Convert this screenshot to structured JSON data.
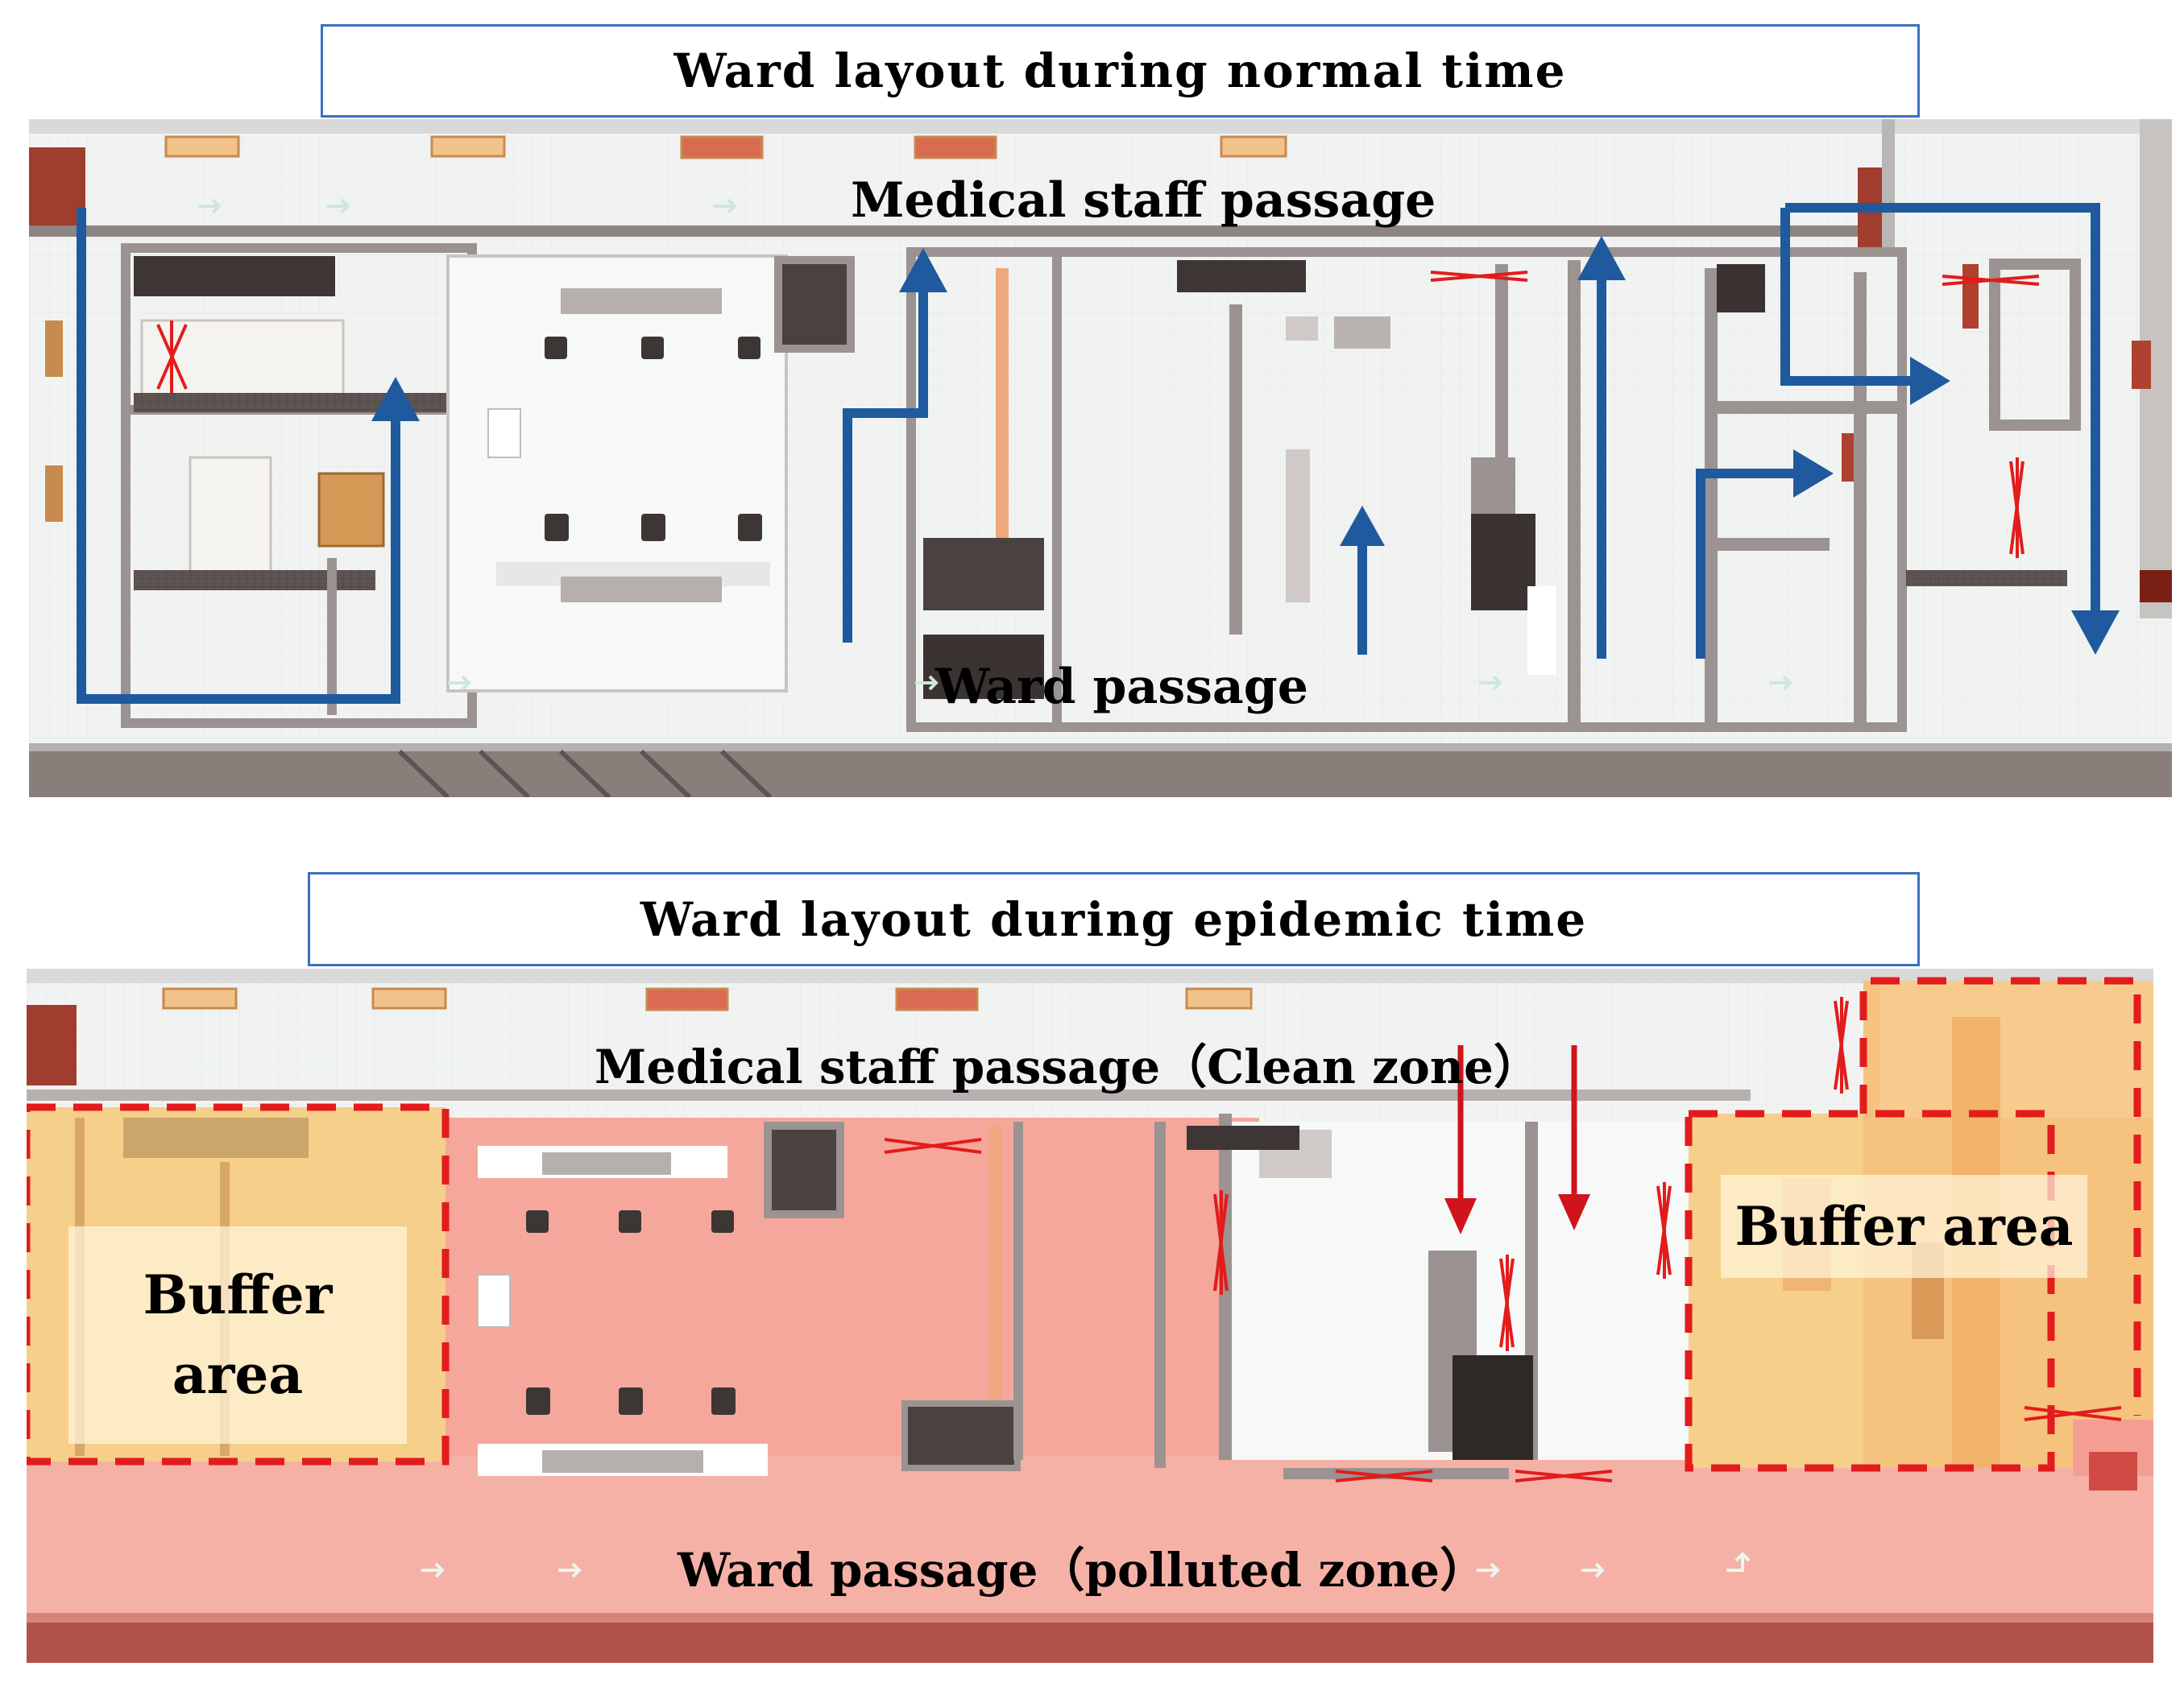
{
  "top": {
    "title": "Ward layout during normal time",
    "upper_passage": "Medical staff passage",
    "lower_passage": "Ward passage"
  },
  "bottom": {
    "title": "Ward layout during epidemic time",
    "upper_passage": "Medical staff passage（Clean zone）",
    "lower_passage": "Ward passage（polluted zone）",
    "buffer_left_line1": "Buffer",
    "buffer_left_line2": "area",
    "buffer_right": "Buffer area"
  },
  "colors": {
    "title_border": "#3b6fc1",
    "flow_arrow": "#1f5a9e",
    "epidemic_arrow": "#d0141c",
    "closed_mark": "#e21c1c",
    "polluted_zone": "#f6a79c",
    "buffer_zone": "#f6cf8a",
    "buffer_border": "#e21c1c"
  }
}
